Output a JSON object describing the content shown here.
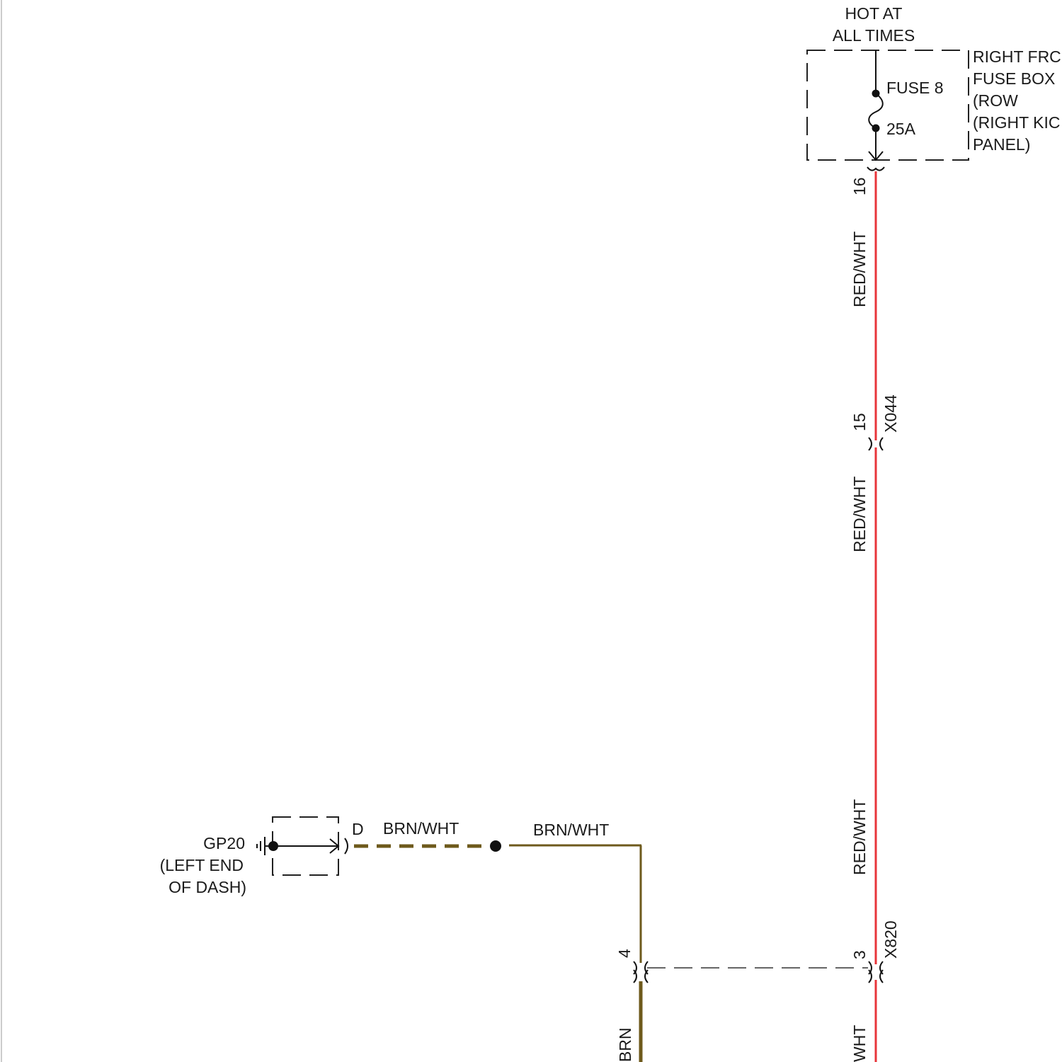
{
  "diagram": {
    "power_source": {
      "line1": "HOT AT",
      "line2": "ALL TIMES"
    },
    "fuse_box": {
      "lines": [
        "RIGHT FRONT",
        "FUSE BOX",
        "(ROW",
        "(RIGHT KICK",
        "PANEL)"
      ],
      "visible_lines": [
        "RIGHT FRC",
        "FUSE BOX",
        "(ROW",
        "(RIGHT KIC",
        "PANEL)"
      ]
    },
    "fuse": {
      "name": "FUSE 8",
      "rating": "25A"
    },
    "connectors": {
      "fuse_box_pin": "16",
      "x044": {
        "name": "X044",
        "pin": "15"
      },
      "x820": {
        "name": "X820",
        "pin_right": "3",
        "pin_left": "4"
      },
      "ground_pin": "D"
    },
    "wires": {
      "red_1": "RED/WHT",
      "red_2": "RED/WHT",
      "red_3": "RED/WHT",
      "red_4": "WHT",
      "brn_dashed": "BRN/WHT",
      "brn_solid": "BRN/WHT",
      "brn_down": "BRN"
    },
    "ground": {
      "name": "GP20",
      "line2": "(LEFT END",
      "line3": "OF DASH)"
    },
    "colors": {
      "red_wire": "#e8343a",
      "brown_wire": "#6e5a1c"
    }
  }
}
